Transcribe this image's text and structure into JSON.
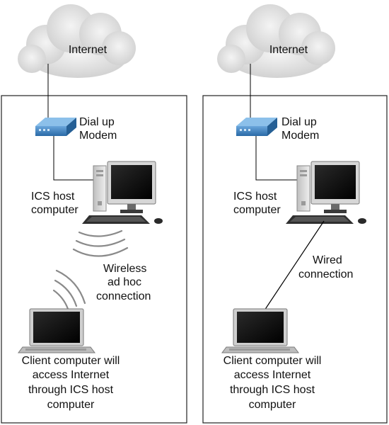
{
  "panels": [
    {
      "cloud_label": "Internet",
      "modem_label": [
        "Dial up",
        "Modem"
      ],
      "host_label": [
        "ICS host",
        "computer"
      ],
      "connection_label": [
        "Wireless",
        "ad hoc",
        "connection"
      ],
      "client_label": [
        "Client computer will",
        "access Internet",
        "through ICS host",
        "computer"
      ]
    },
    {
      "cloud_label": "Internet",
      "modem_label": [
        "Dial up",
        "Modem"
      ],
      "host_label": [
        "ICS host",
        "computer"
      ],
      "connection_label": [
        "Wired",
        "connection"
      ],
      "client_label": [
        "Client computer will",
        "access Internet",
        "through ICS host",
        "computer"
      ]
    }
  ],
  "colors": {
    "panel_border": "#222222",
    "cloud_fill": "#e6e6e6",
    "modem_blue": "#3f82bf",
    "monitor_frame": "#d9d9d9",
    "screen": "#0b0b0b",
    "line": "#000000",
    "wave": "#8a8a8a"
  }
}
